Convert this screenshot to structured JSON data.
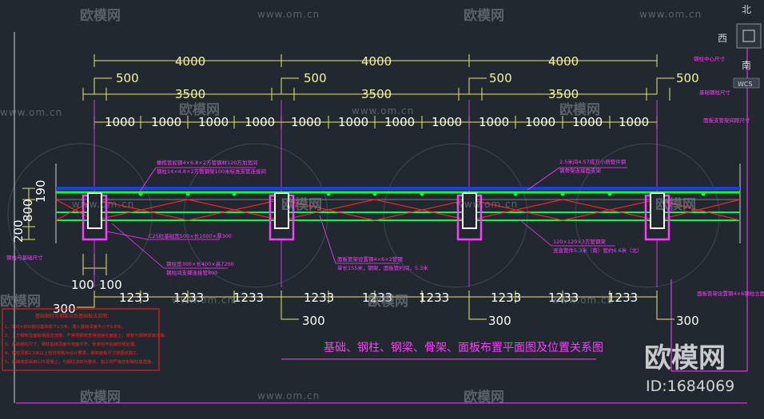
{
  "compass": {
    "north": "北",
    "west": "西",
    "south": "南",
    "wcs": "WCS"
  },
  "dims": {
    "d4000": "4000",
    "d500": "500",
    "d3500": "3500",
    "d1000": "1000",
    "d190": "190",
    "d800": "800",
    "d200": "200",
    "d100": "100",
    "d1233": "1233",
    "d300": "300"
  },
  "annotations": {
    "top_left_1": "橄榄管蛇钢4×6.8×2方管钢材120方加宽间",
    "top_left_2": "钢柱14×4.8×2方管钢架100米标准支管连接间",
    "top_right_1": "2.5米间4.57成方小搭管件钢",
    "top_right_2": "钢骨架连接面支架",
    "c25": "C25砼基础宽500×长1000×厚300",
    "rebar_1": "钢柱宽300×长400×高7200",
    "rebar_2": "钢柱间支撑连接管800",
    "mid_1": "面板管架设置钢4×6×2管钢",
    "mid_2": "单长155米，钢架，面板管约间，5.3米",
    "right_1": "120×120×3方管钢架",
    "right_2": "竖直管件5.3米（南）管约6.6米（北）",
    "left_side": "钢柱与基础尺寸",
    "r_note_1": "钢柱中心尺寸",
    "r_note_2": "基础钢柱尺寸",
    "r_note_3": "面板支管架间距尺寸",
    "r_note_4": "面板管架设置钢4×6钢柱立面"
  },
  "notes": {
    "title": "基础钢柱与钢架以及基础做法说明：",
    "items": [
      "1、300×800钢柱基础底下2.5米，埋入基础深度不小于0.8米。",
      "2、上方钢架及面板钢固定连接，严禁将钢架直接连接在面板上，钢管与钢架焊接连接。",
      "3、基础钢柱尺寸，钢柱基础顶面与地面平齐，安装完毕后做防锈处理。",
      "4、钢柱顶部2.5米以上管材规格为设计要求，钢架面板尺寸按图纸施工。",
      "5、基础底部采用C25混凝土，与钢柱浇筑为整体，施工时严格控制钢柱垂直度。"
    ]
  },
  "drawing_title": "基础、钢柱、钢梁、骨架、面板布置平面图及位置关系图",
  "watermark": {
    "brand": "欧模网",
    "url": "www.om.cn",
    "id": "ID:1684069"
  }
}
